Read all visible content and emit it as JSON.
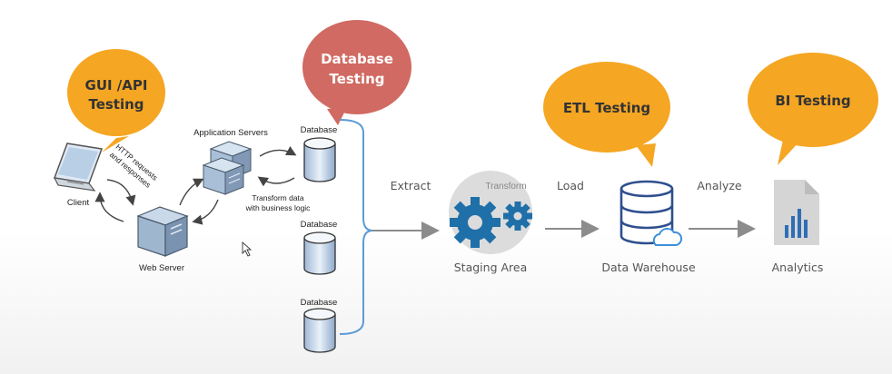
{
  "bubbles": {
    "gui_api": [
      "GUI /API",
      "Testing"
    ],
    "database": [
      "Database",
      "Testing"
    ],
    "etl": "ETL Testing",
    "bi": "BI Testing"
  },
  "nodes": {
    "client": "Client",
    "web_server": "Web Server",
    "application_servers": "Application Servers",
    "http_note": [
      "HTTP requests",
      "and responses"
    ],
    "transform_note": [
      "Transform data",
      "with business logic"
    ],
    "database_1": "Database",
    "database_2": "Database",
    "database_3": "Database",
    "staging_area": "Staging Area",
    "transform": "Transform",
    "data_warehouse": "Data Warehouse",
    "analytics": "Analytics"
  },
  "flow": {
    "extract": "Extract",
    "load": "Load",
    "analyze": "Analyze"
  },
  "colors": {
    "orange_bubble": "#F5A623",
    "red_bubble": "#D06A62",
    "blue_bracket": "#5B9BD5",
    "gear_blue": "#1F6FA8",
    "warehouse_blue": "#2E4F8E",
    "analytics_grey": "#D5D5D5",
    "bar_blue": "#2F6DB5"
  }
}
